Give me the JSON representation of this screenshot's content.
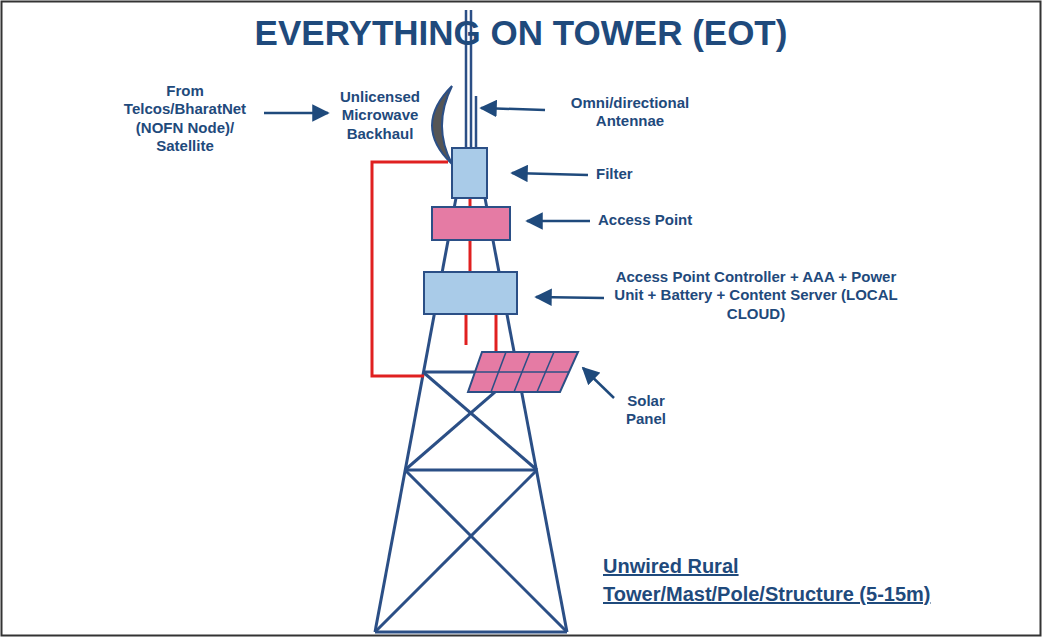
{
  "diagram": {
    "title": "EVERYTHING ON TOWER (EOT)",
    "labels": [
      "From Telcos/BharatNet (NOFN Node)/ Satellite",
      "Unlicensed Microwave Backhaul",
      "Omni/directional Antennae",
      "Filter",
      "Access Point",
      "Access Point Controller + AAA + Power Unit + Battery + Content Server (LOCAL CLOUD)",
      "Solar Panel",
      "Unwired Rural",
      "Tower/Mast/Pole/Structure (5-15m)"
    ]
  }
}
